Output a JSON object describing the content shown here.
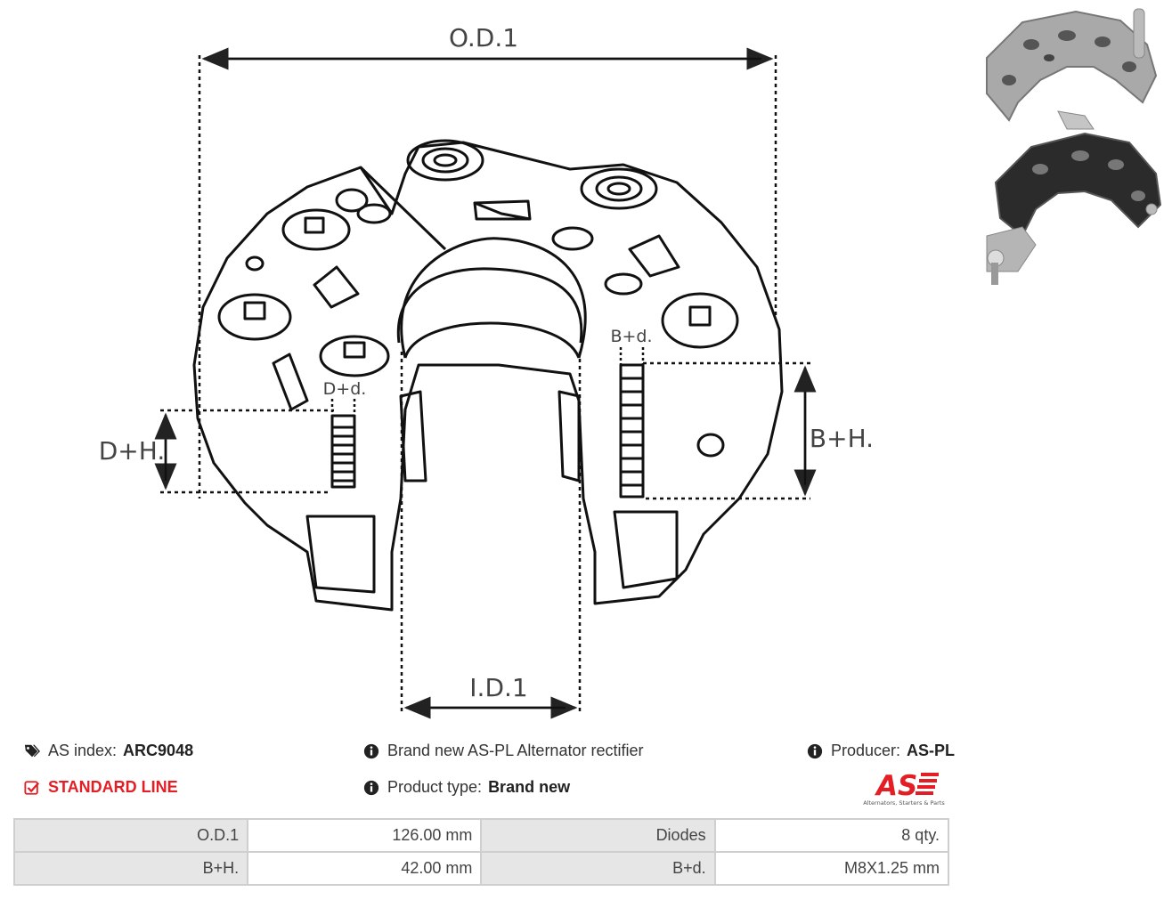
{
  "drawing": {
    "labels": {
      "od1": "O.D.1",
      "id1": "I.D.1",
      "dh": "D+H.",
      "dd": "D+d.",
      "bh": "B+H.",
      "bd": "B+d."
    }
  },
  "info": {
    "as_index_label": "AS index:",
    "as_index_value": "ARC9048",
    "line": "STANDARD LINE",
    "description": "Brand new AS-PL Alternator rectifier",
    "product_type_label": "Product type:",
    "product_type_value": "Brand new",
    "producer_label": "Producer:",
    "producer_value": "AS-PL"
  },
  "logo": {
    "mark": "AS",
    "tagline": "Alternators, Starters & Parts",
    "color": "#e31e24"
  },
  "specs": [
    {
      "k1": "O.D.1",
      "v1": "126.00 mm",
      "k2": "Diodes",
      "v2": "8 qty."
    },
    {
      "k1": "B+H.",
      "v1": "42.00 mm",
      "k2": "B+d.",
      "v2": "M8X1.25 mm"
    }
  ],
  "icons": {
    "as_index": "tags-icon",
    "line": "check-square-icon",
    "description": "info-circle-icon",
    "product_type": "info-circle-icon",
    "producer": "info-circle-icon"
  }
}
